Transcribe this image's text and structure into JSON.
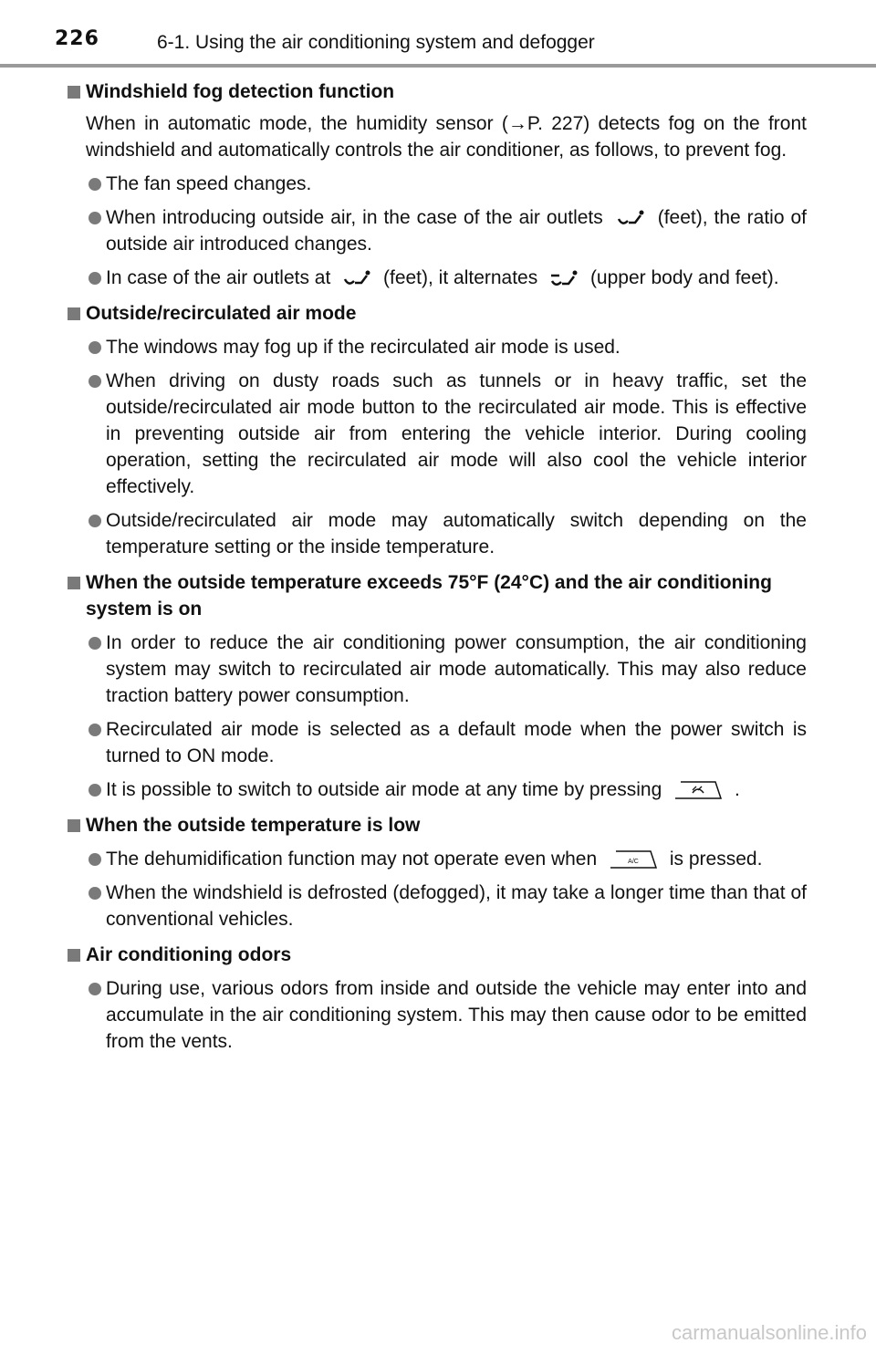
{
  "header": {
    "page_number": "226",
    "section": "6-1. Using the air conditioning system and defogger"
  },
  "sections": {
    "windshield": {
      "title": "Windshield fog detection function",
      "intro": "When in automatic mode, the humidity sensor (→P. 227) detects fog on the front windshield and automatically controls the air conditioner, as follows, to prevent fog.",
      "b1": "The fan speed changes.",
      "b2_a": "When introducing outside air, in the case of the air outlets",
      "b2_b": "(feet), the ratio of outside air introduced changes.",
      "b3_a": "In case of the air outlets at",
      "b3_b": "(feet), it alternates",
      "b3_c": "(upper body and feet)."
    },
    "recirc": {
      "title": "Outside/recirculated air mode",
      "b1": "The windows may fog up if the recirculated air mode is used.",
      "b2": "When driving on dusty roads such as tunnels or in heavy traffic, set the outside/recirculated air mode button to the recirculated air mode. This is effective in preventing outside air from entering the vehicle interior. During cooling operation, setting the recirculated air mode will also cool the vehicle interior effectively.",
      "b3": "Outside/recirculated air mode may automatically switch depending on the temperature setting or the inside temperature."
    },
    "hot": {
      "title": "When the outside temperature exceeds 75°F (24°C) and the air conditioning system is on",
      "b1": "In order to reduce the air conditioning power consumption, the air conditioning system may switch to recirculated air mode automatically. This may also reduce traction battery power consumption.",
      "b2": "Recirculated air mode is selected as a default mode when the power switch is turned to ON mode.",
      "b3_a": "It is possible to switch to outside air mode at any time by pressing",
      "b3_b": "."
    },
    "cold": {
      "title": "When the outside temperature is low",
      "b1_a": "The dehumidification function may not operate even when",
      "b1_b": "is pressed.",
      "b2": "When the windshield is defrosted (defogged), it may take a longer time than that of conventional vehicles."
    },
    "odors": {
      "title": "Air conditioning odors",
      "b1": "During use, various odors from inside and outside the vehicle may enter into and accumulate in the air conditioning system. This may then cause odor to be emitted from the vents."
    }
  },
  "icons": {
    "feet": "feet-airflow-icon",
    "upper_feet": "upper-body-feet-airflow-icon",
    "outside_air": "outside-air-button-icon",
    "ac_button_label": "A/C"
  },
  "watermark": "carmanualsonline.info"
}
